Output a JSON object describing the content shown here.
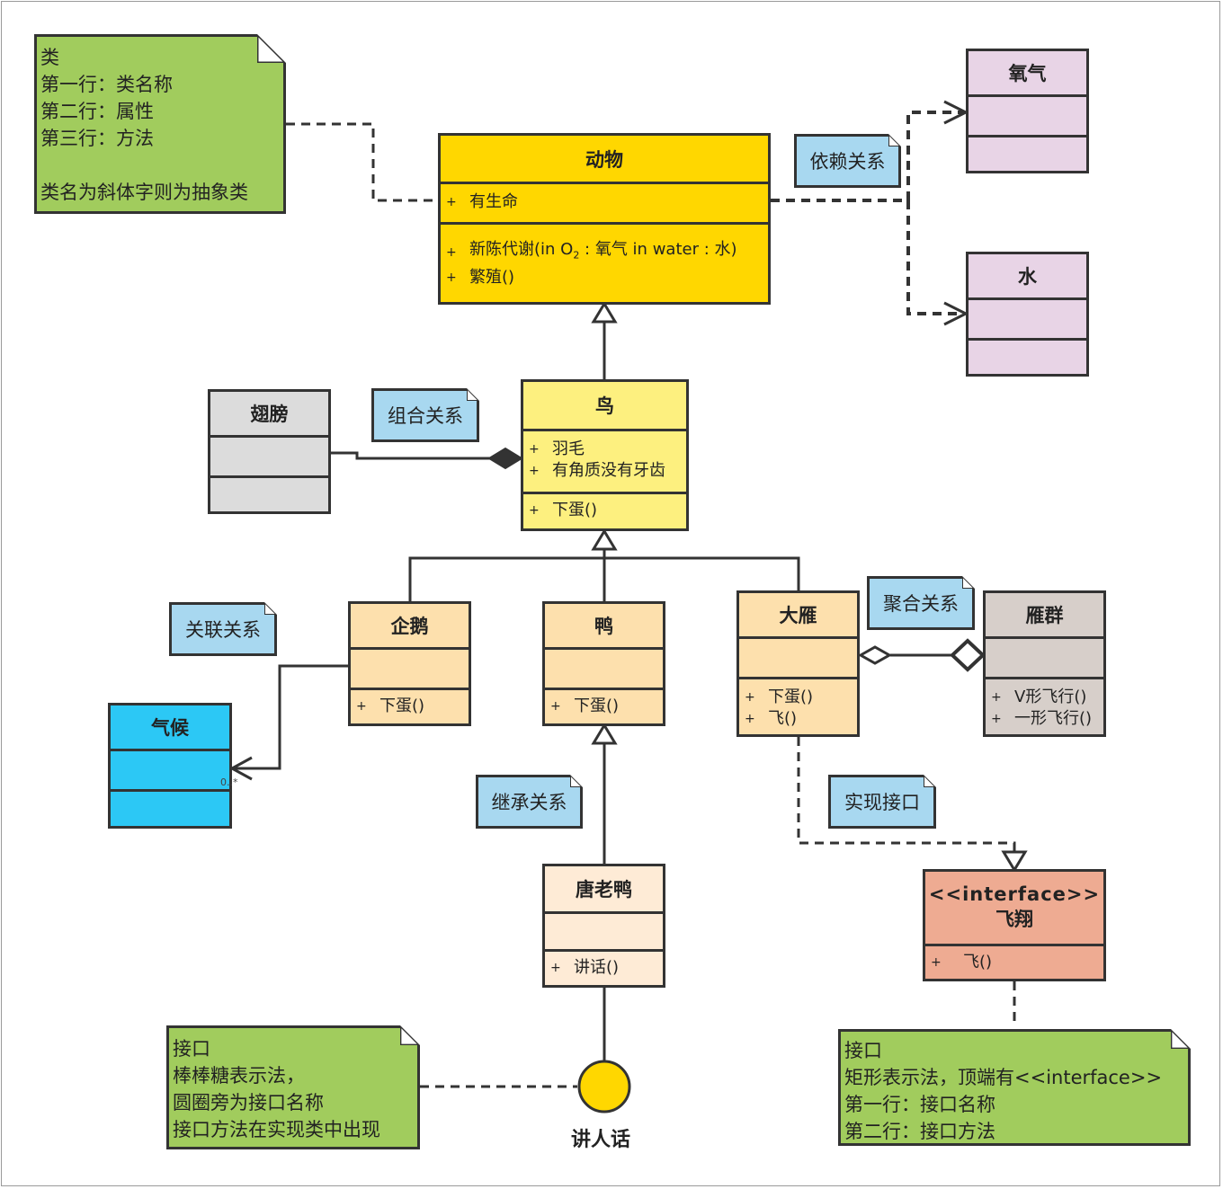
{
  "colors": {
    "animal": "#ffd700",
    "bird": "#fdf07f",
    "subclass": "#fde0ad",
    "tang": "#feebd6",
    "wing": "#dcdcdc",
    "goose_flock": "#d7cfca",
    "climate": "#2cc8f5",
    "oxygen_water": "#e8d4e6",
    "interface": "#eeab92",
    "note": "#a1cc5d",
    "tag": "#a8d8f0",
    "line": "#333333"
  },
  "note_class": {
    "lines": [
      "类",
      "第一行：类名称",
      "第二行：属性",
      "第三行：方法"
    ],
    "extra": "类名为斜体字则为抽象类"
  },
  "animal": {
    "title": "动物",
    "attributes": [
      {
        "vis": "+",
        "text": "有生命"
      }
    ],
    "methods": [
      {
        "vis": "+",
        "pre": "新陈代谢(in O",
        "sub": "2",
        "post": " : 氧气  in water : 水)"
      },
      {
        "vis": "+",
        "text": "繁殖()"
      }
    ]
  },
  "oxygen": {
    "title": "氧气"
  },
  "water": {
    "title": "水"
  },
  "tags": {
    "dependency": "依赖关系",
    "composition": "组合关系",
    "association": "关联关系",
    "aggregation": "聚合关系",
    "inheritance": "继承关系",
    "realization": "实现接口"
  },
  "wing": {
    "title": "翅膀"
  },
  "bird": {
    "title": "鸟",
    "attributes": [
      {
        "vis": "+",
        "text": "羽毛"
      },
      {
        "vis": "+",
        "text": "有角质没有牙齿"
      }
    ],
    "methods": [
      {
        "vis": "+",
        "text": "下蛋()"
      }
    ]
  },
  "penguin": {
    "title": "企鹅",
    "methods": [
      {
        "vis": "+",
        "text": "下蛋()"
      }
    ]
  },
  "duck": {
    "title": "鸭",
    "methods": [
      {
        "vis": "+",
        "text": "下蛋()"
      }
    ]
  },
  "goose": {
    "title": "大雁",
    "methods": [
      {
        "vis": "+",
        "text": "下蛋()"
      },
      {
        "vis": "+",
        "text": "飞()"
      }
    ]
  },
  "goose_flock": {
    "title": "雁群",
    "methods": [
      {
        "vis": "+",
        "text": "V形飞行()"
      },
      {
        "vis": "+",
        "text": "一形飞行()"
      }
    ]
  },
  "climate": {
    "title": "气候",
    "multiplicity": "0..*"
  },
  "tang_duck": {
    "title": "唐老鸭",
    "methods": [
      {
        "vis": "+",
        "text": "讲话()"
      }
    ]
  },
  "fly_interface": {
    "stereotype": "<<interface>>",
    "title": "飞翔",
    "methods": [
      {
        "vis": "+",
        "text": "飞()"
      }
    ]
  },
  "lollipop": {
    "label": "讲人话"
  },
  "note_lollipop": {
    "lines": [
      "接口",
      "棒棒糖表示法，",
      "圆圈旁为接口名称",
      "接口方法在实现类中出现"
    ]
  },
  "note_interface": {
    "lines": [
      "接口",
      "矩形表示法，顶端有<<interface>>",
      "第一行：接口名称",
      "第二行：接口方法"
    ]
  }
}
